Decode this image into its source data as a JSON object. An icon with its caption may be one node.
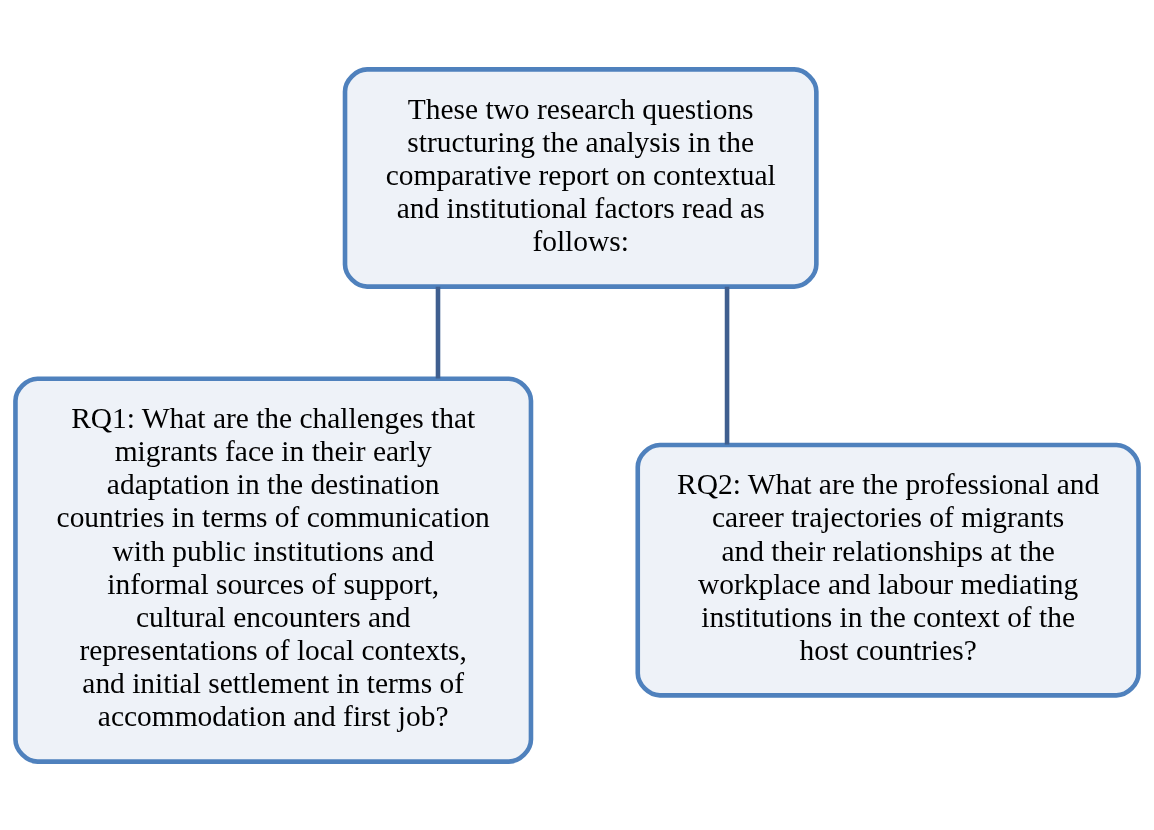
{
  "diagram": {
    "nodes": [
      {
        "text": [
          "These two research questions structuring the analysis in the comparative report on contextual and institutional factors read as follows:"
        ]
      },
      {
        "text": [
          "RQ1: What are the challenges that migrants face in their early adaptation in the destination countries in terms of communication with public institutions and informal sources of support, cultural encounters and representations of local contexts, and initial settlement in terms of accommodation and first job?"
        ]
      },
      {
        "text": [
          "RQ2: What are the professional and career trajectories of migrants and their relationships at the workplace and labour mediating institutions in the context of the host countries?"
        ]
      }
    ],
    "edges": [
      {
        "from": 0,
        "to": 1,
        "arrow": "none"
      },
      {
        "from": 0,
        "to": 2,
        "arrow": "none"
      }
    ]
  }
}
